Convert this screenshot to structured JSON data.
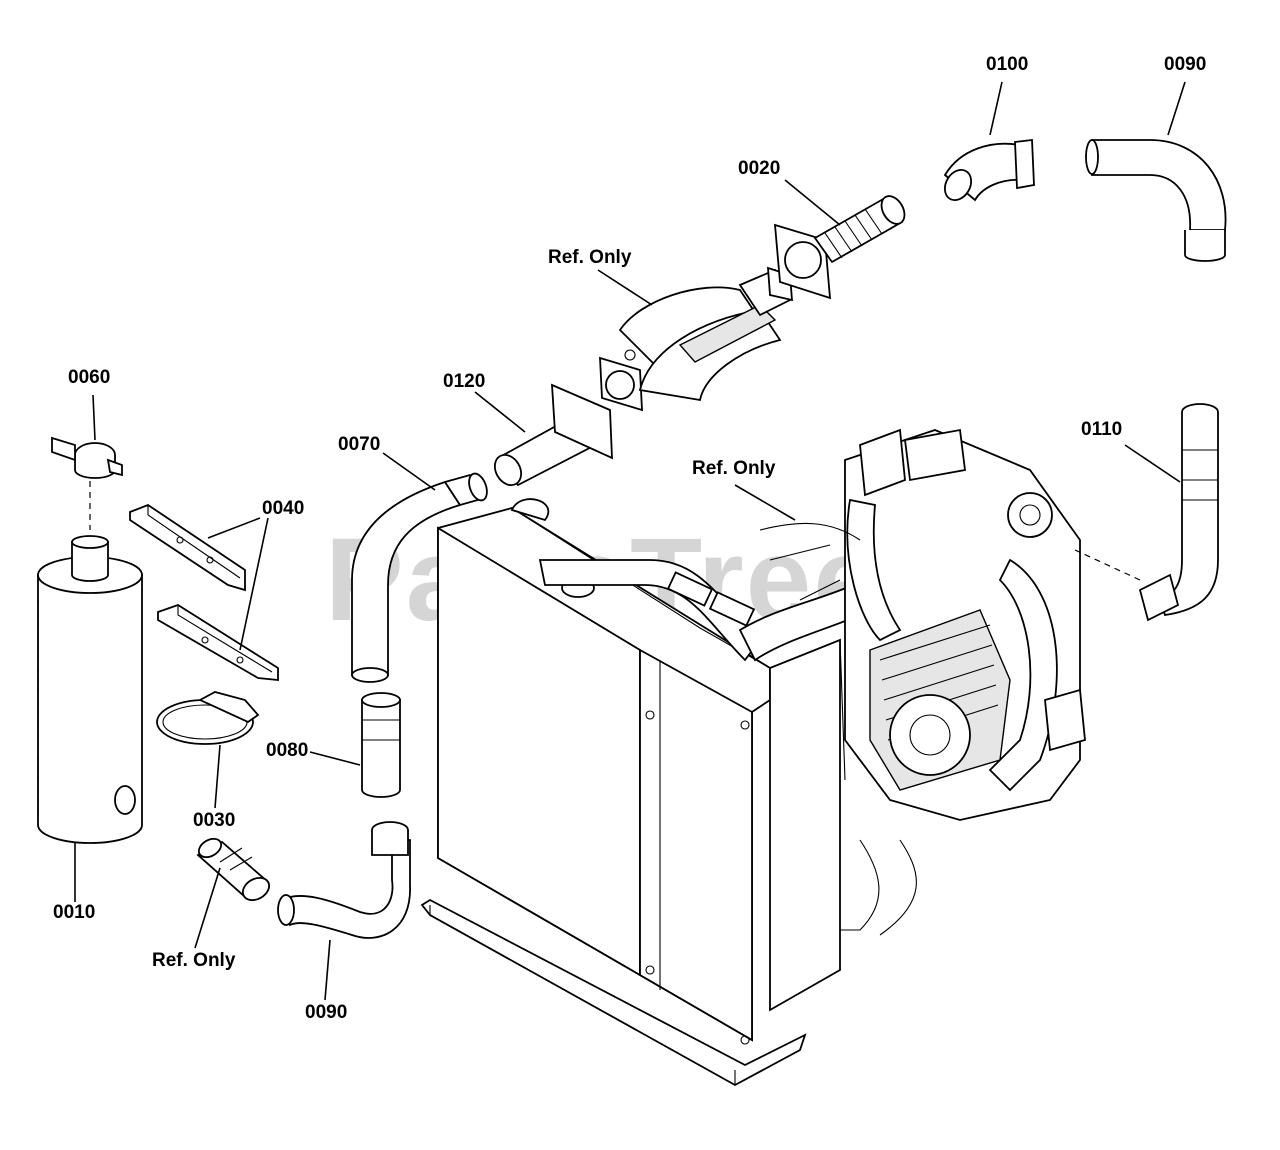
{
  "watermark": "PartsTree",
  "labels": {
    "p0100": "0100",
    "p0090_top": "0090",
    "p0020": "0020",
    "ref_only_catalyst": "Ref. Only",
    "p0060": "0060",
    "p0120": "0120",
    "p0110": "0110",
    "p0070": "0070",
    "ref_only_engine": "Ref. Only",
    "p0040": "0040",
    "p0080": "0080",
    "p0030": "0030",
    "p0010": "0010",
    "ref_only_coupler": "Ref. Only",
    "p0090_bottom": "0090"
  }
}
